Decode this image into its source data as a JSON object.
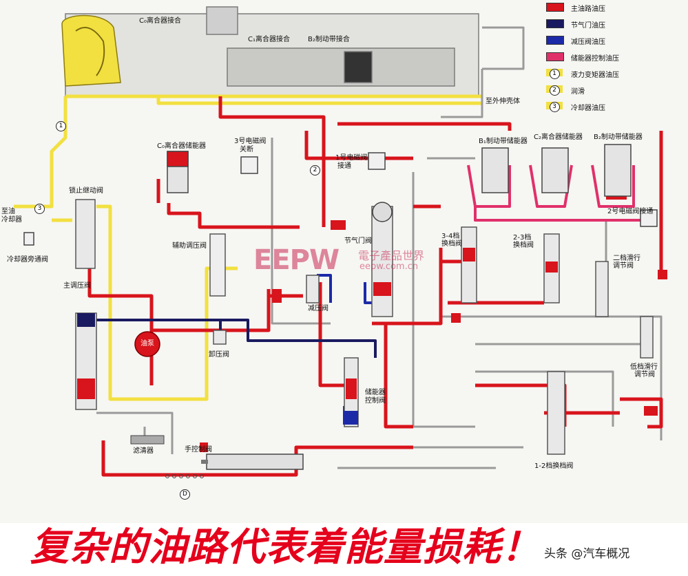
{
  "legend": [
    {
      "color": "#d8141c",
      "marker": "",
      "label": "主油路油压"
    },
    {
      "color": "#1a1a60",
      "marker": "",
      "label": "节气门油压"
    },
    {
      "color": "#1c2aa8",
      "marker": "",
      "label": "减压阀油压"
    },
    {
      "color": "#e0306a",
      "marker": "",
      "label": "储能器控制油压"
    },
    {
      "color": "#f2e040",
      "marker": "1",
      "label": "液力变矩器油压"
    },
    {
      "color": "#f2e040",
      "marker": "2",
      "label": "润滑"
    },
    {
      "color": "#f2e040",
      "marker": "3",
      "label": "冷却器油压"
    }
  ],
  "labels": {
    "c0_clutch": "C₀离合器接合",
    "c1_clutch": "C₁离合器接合",
    "b2_band": "B₂制动带接合",
    "to_case": "至外伸壳体",
    "c0_accum": "C₀离合器储能器",
    "sol3": "3号电磁阀",
    "sol3_state": "关断",
    "sol1": "1号电磁阀",
    "sol1_state": "接通",
    "b1_accum": "B₁制动带储能器",
    "c2_accum": "C₂离合器储能器",
    "b2_accum": "B₂制动带储能器",
    "sol2": "2号电磁阀接通",
    "to_cooler_1": "至油",
    "to_cooler_2": "冷却器",
    "cooler_bypass": "冷却器旁通阀",
    "lockup_valve": "锁止继动阀",
    "main_reg": "主调压阀",
    "aux_reg": "辅助调压阀",
    "throttle_valve": "节气门阀",
    "shift_34_1": "3-4档",
    "shift_34_2": "换档阀",
    "shift_23_1": "2-3档",
    "shift_23_2": "换档阀",
    "gear2_coast_1": "二档滑行",
    "gear2_coast_2": "调节阀",
    "reducing_valve": "减压阀",
    "pump": "油泵",
    "relief_valve": "卸压阀",
    "accum_ctrl_1": "储能器",
    "accum_ctrl_2": "控制阀",
    "low_coast_1": "低档滑行",
    "low_coast_2": "调节阀",
    "filter": "滤清器",
    "manual_valve": "手控制阀",
    "shift_12": "1-2档换档阀",
    "drive_d": "D",
    "circle_1": "1",
    "circle_2": "2",
    "circle_3": "3"
  },
  "watermark": {
    "brand": "EEPW",
    "site_cn": "電子產品世界",
    "url": "eepw.com.cn"
  },
  "caption": "复杂的油路代表着能量损耗！",
  "credit": "头条 @汽车概况",
  "colors": {
    "main": "#d8141c",
    "throttle": "#1a1a60",
    "reducing": "#1c2aa8",
    "accum": "#e0306a",
    "yellow": "#f2e040",
    "grey": "#9a9a9a",
    "caption": "#e5001c"
  }
}
